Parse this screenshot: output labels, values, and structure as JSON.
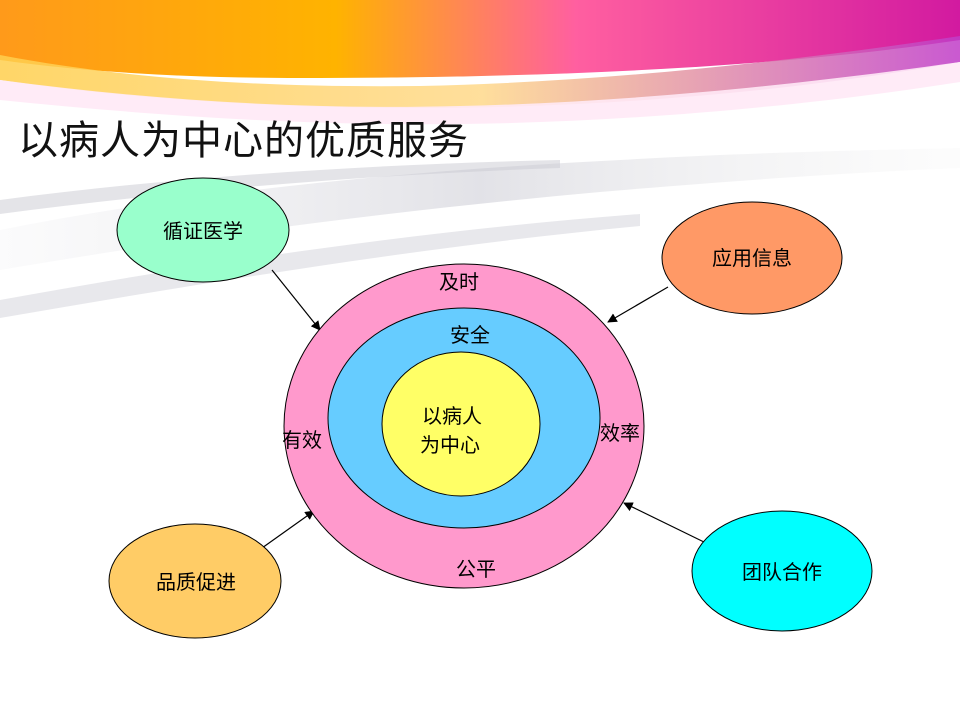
{
  "slide": {
    "title": "以病人为中心的优质服务"
  },
  "diagram": {
    "center": {
      "line1": "以病人",
      "line2": "为中心"
    },
    "middle_ring_label": "安全",
    "outer_ring_labels": {
      "top": "及时",
      "left": "有效",
      "right": "效率",
      "bottom": "公平"
    },
    "satellites": [
      {
        "id": "evidence",
        "label": "循证医学",
        "color": "#99ffcc"
      },
      {
        "id": "info",
        "label": "应用信息",
        "color": "#ff9966"
      },
      {
        "id": "quality",
        "label": "品质促进",
        "color": "#ffcc66"
      },
      {
        "id": "team",
        "label": "团队合作",
        "color": "#00ffff"
      }
    ],
    "colors": {
      "outer_ring": "#ff99cc",
      "middle_ring": "#66ccff",
      "center": "#ffff66"
    }
  }
}
